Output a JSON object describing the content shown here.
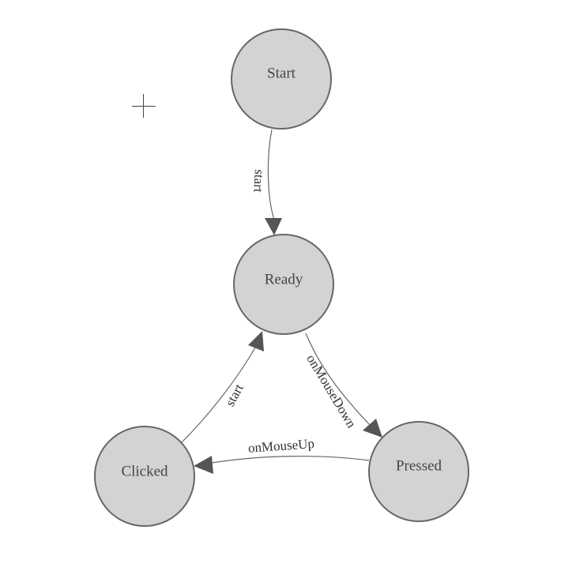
{
  "diagram": {
    "nodes": [
      {
        "id": "start",
        "label": "Start"
      },
      {
        "id": "ready",
        "label": "Ready"
      },
      {
        "id": "pressed",
        "label": "Pressed"
      },
      {
        "id": "clicked",
        "label": "Clicked"
      }
    ],
    "edges": [
      {
        "id": "start-to-ready",
        "from": "start",
        "to": "ready",
        "label": "start"
      },
      {
        "id": "ready-to-pressed",
        "from": "ready",
        "to": "pressed",
        "label": "onMouseDown"
      },
      {
        "id": "pressed-to-clicked",
        "from": "pressed",
        "to": "clicked",
        "label": "onMouseUp"
      },
      {
        "id": "clicked-to-ready",
        "from": "clicked",
        "to": "ready",
        "label": "start"
      }
    ]
  },
  "cursor": {
    "icon": "crosshair-cursor-icon"
  },
  "colors": {
    "node_fill": "#d3d3d3",
    "node_stroke": "#666666",
    "edge_stroke": "#666666",
    "arrow_fill": "#555555"
  }
}
